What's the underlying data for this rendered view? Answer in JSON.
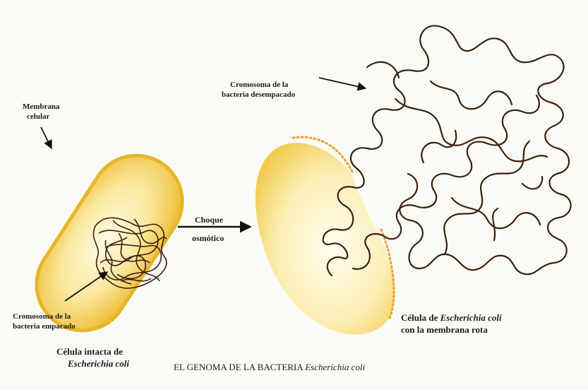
{
  "labels": {
    "membrane": {
      "line1": "Membrana",
      "line2": "celular"
    },
    "packed_chromosome": {
      "line1": "Cromosoma de la",
      "line2": "bacteria empacado"
    },
    "intact_cell": {
      "line1": "Célula intacta de",
      "line2": "Escherichia coli"
    },
    "osmotic_shock": {
      "line1": "Choque",
      "line2": "osmótico"
    },
    "unpacked_chromosome": {
      "line1": "Cromosoma de la",
      "line2": "bacteria desempacado"
    },
    "broken_cell": {
      "line1_prefix": "Célula de ",
      "line1_species": "Escherichia coli",
      "line2": "con la membrana rota"
    }
  },
  "caption": {
    "prefix": "EL GENOMA DE LA BACTERIA ",
    "species": "Escherichia coli"
  },
  "colors": {
    "cell_fill": "#f3c53c",
    "cell_light": "#fff6cf",
    "dna": "#3b1f10",
    "arrow": "#111111"
  }
}
